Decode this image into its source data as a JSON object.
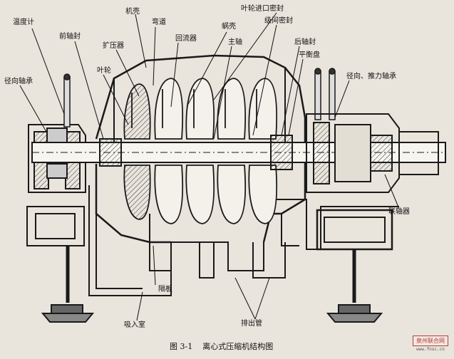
{
  "labels": {
    "thermometer": "温度计",
    "front_seal": "前轴封",
    "casing": "机壳",
    "bend": "弯道",
    "impeller_inlet_seal": "叶轮进口密封",
    "volute": "蜗壳",
    "interstage_seal": "级间密封",
    "diffuser": "扩压器",
    "return_channel": "回流器",
    "main_shaft": "主轴",
    "rear_seal": "后轴封",
    "radial_bearing": "径向轴承",
    "impeller": "叶轮",
    "balance_disc": "平衡盘",
    "radial_thrust_bearing": "径向、推力轴承",
    "coupling": "联轴器",
    "diaphragm": "隔板",
    "suction_chamber": "吸入室",
    "discharge_pipe": "排出管"
  },
  "caption": {
    "number": "图 3-1",
    "title": "离心式压缩机结构图"
  },
  "watermark": {
    "text": "泉州联合网",
    "url": "www.fnsc.cn"
  },
  "colors": {
    "line": "#1a1a1a",
    "paper": "#e9e4dc",
    "shaft": "#f7f5f0",
    "watermark": "#b0413a"
  }
}
